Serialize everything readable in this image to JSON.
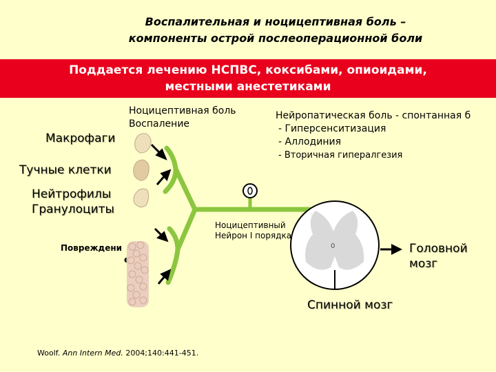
{
  "title": {
    "line1": "Воспалительная и ноцицептивная боль –",
    "line2": "компоненты острой послеоперационной боли"
  },
  "banner": {
    "line1": "Поддается лечению НСПВС, коксибами, опиоидами,",
    "line2": "местными анестетиками"
  },
  "cells": {
    "macrophages": "Макрофаги",
    "mast_cells": "Тучные клетки",
    "neutrophils_line1": "Нейтрофилы",
    "neutrophils_line2": "Гранулоциты",
    "damage_line1": "Повреждени",
    "damage_line2": "е"
  },
  "nociceptive": {
    "line1": "Ноцицептивная боль",
    "line2": "Воспаление"
  },
  "neuropathic": {
    "header": "Нейропатическая боль - спонтанная б",
    "items": [
      "- Гиперсенситизация",
      "- Аллодиния",
      "- Вторичная гипералгезия"
    ]
  },
  "neuron": {
    "line1": "Ноцицептивный",
    "line2": "Нейрон I порядка"
  },
  "spinal_cord_label": "Спинной мозг",
  "brain": {
    "line1": "Головной",
    "line2": "мозг"
  },
  "reference": {
    "author": "Woolf.",
    "journal": "Ann Intern Med.",
    "details": "2004;140:441-451."
  },
  "colors": {
    "background": "#FFFFCC",
    "banner": "#E8001C",
    "nerve": "#8CC63F"
  }
}
